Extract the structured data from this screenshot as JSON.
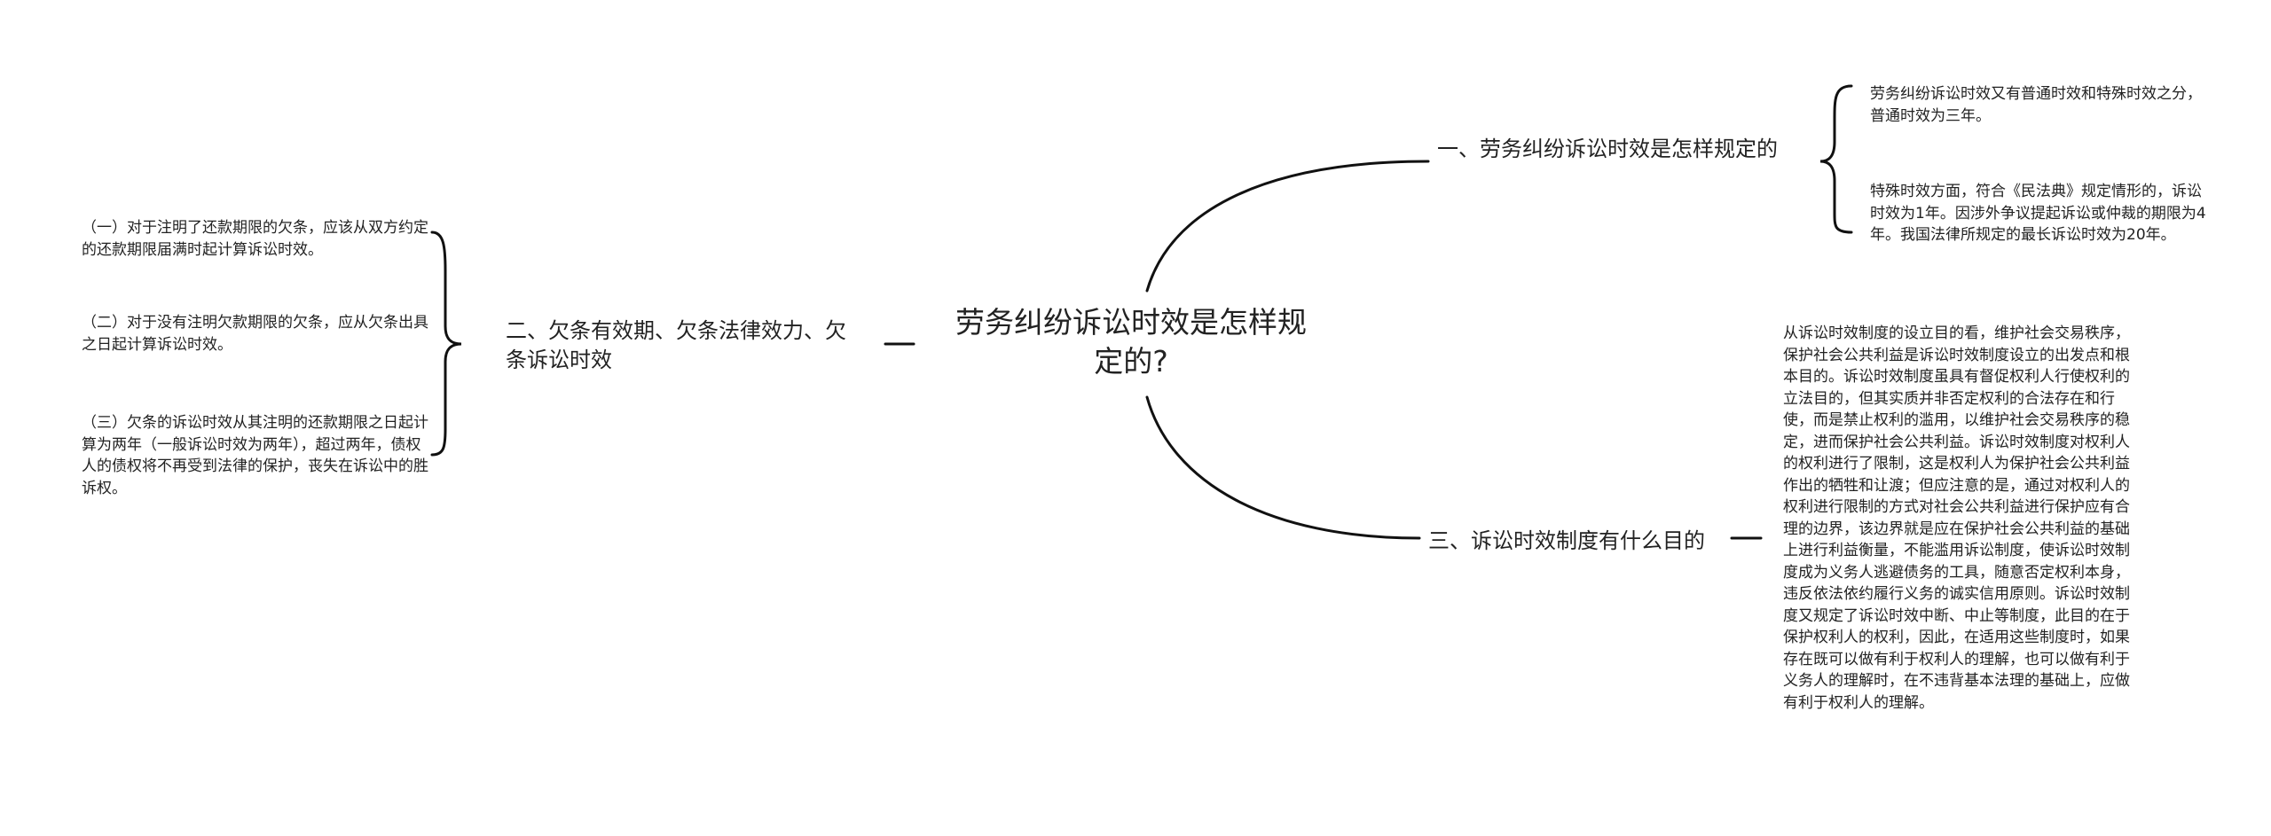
{
  "mindmap": {
    "root": "劳务纠纷诉讼时效是怎样规定的?",
    "branches": [
      {
        "title": "一、劳务纠纷诉讼时效是怎样规定的",
        "children": [
          "劳务纠纷诉讼时效又有普通时效和特殊时效之分，普通时效为三年。",
          "特殊时效方面，符合《民法典》规定情形的，诉讼时效为1年。因涉外争议提起诉讼或仲裁的期限为4年。我国法律所规定的最长诉讼时效为20年。"
        ]
      },
      {
        "title": "二、欠条有效期、欠条法律效力、欠条诉讼时效",
        "children": [
          "（一）对于注明了还款期限的欠条，应该从双方约定的还款期限届满时起计算诉讼时效。",
          "（二）对于没有注明欠款期限的欠条，应从欠条出具之日起计算诉讼时效。",
          "（三）欠条的诉讼时效从其注明的还款期限之日起计算为两年（一般诉讼时效为两年），超过两年，债权人的债权将不再受到法律的保护，丧失在诉讼中的胜诉权。"
        ]
      },
      {
        "title": "三、诉讼时效制度有什么目的",
        "children": [
          "从诉讼时效制度的设立目的看，维护社会交易秩序，保护社会公共利益是诉讼时效制度设立的出发点和根本目的。诉讼时效制度虽具有督促权利人行使权利的立法目的，但其实质并非否定权利的合法存在和行使，而是禁止权利的滥用，以维护社会交易秩序的稳定，进而保护社会公共利益。诉讼时效制度对权利人的权利进行了限制，这是权利人为保护社会公共利益作出的牺牲和让渡；但应注意的是，通过对权利人的权利进行限制的方式对社会公共利益进行保护应有合理的边界，该边界就是应在保护社会公共利益的基础上进行利益衡量，不能滥用诉讼制度，使诉讼时效制度成为义务人逃避债务的工具，随意否定权利本身，违反依法依约履行义务的诚实信用原则。诉讼时效制度又规定了诉讼时效中断、中止等制度，此目的在于保护权利人的权利，因此，在适用这些制度时，如果存在既可以做有利于权利人的理解，也可以做有利于义务人的理解时，在不违背基本法理的基础上，应做有利于权利人的理解。"
        ]
      }
    ]
  }
}
